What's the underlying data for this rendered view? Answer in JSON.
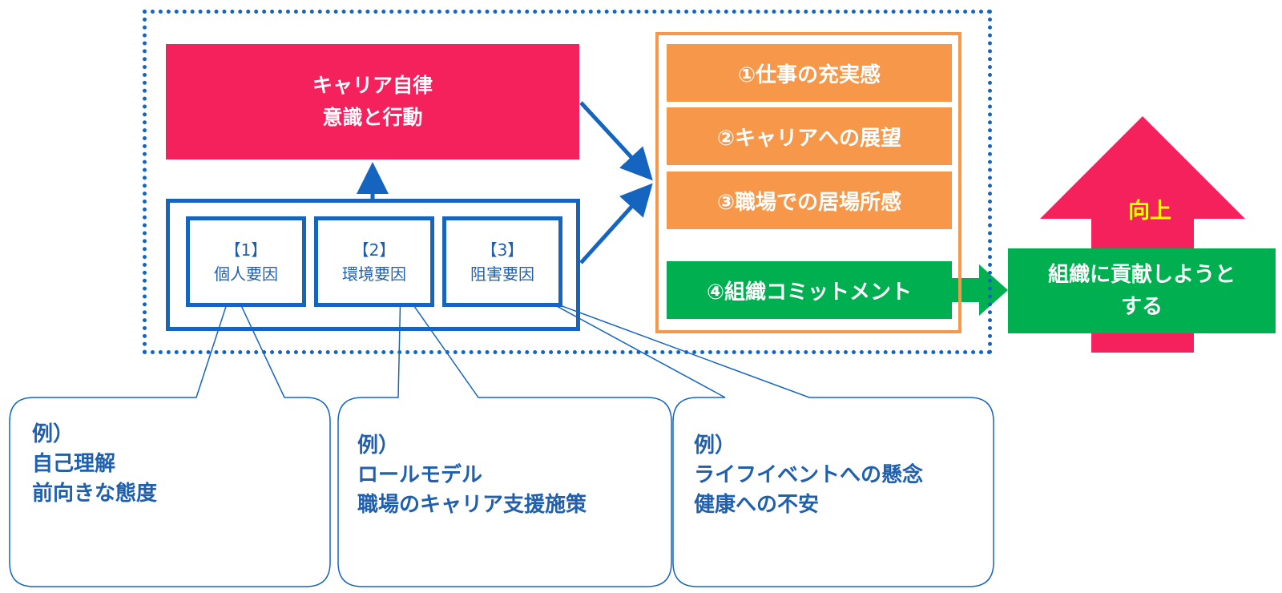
{
  "autonomy": {
    "line1": "キャリア自律",
    "line2": "意識と行動"
  },
  "factors": [
    {
      "num": "【1】",
      "label": "個人要因"
    },
    {
      "num": "【2】",
      "label": "環境要因"
    },
    {
      "num": "【3】",
      "label": "阻害要因"
    }
  ],
  "outcomes": [
    "①仕事の充実感",
    "②キャリアへの展望",
    "③職場での居場所感"
  ],
  "commitment": "④組織コミットメント",
  "contribute": {
    "line1": "組織に貢献しようと",
    "line2": "する"
  },
  "up_label": "向上",
  "examples": [
    {
      "heading": "例）",
      "lines": [
        "自己理解",
        "前向きな態度"
      ]
    },
    {
      "heading": "例）",
      "lines": [
        "ロールモデル",
        "職場のキャリア支援施策"
      ]
    },
    {
      "heading": "例）",
      "lines": [
        "ライフイベントへの懸念",
        "健康への不安"
      ]
    }
  ],
  "colors": {
    "blue": "#1565c0",
    "pink": "#f5215d",
    "orange": "#f6974a",
    "green": "#00b050",
    "yellow": "#ffff00"
  }
}
